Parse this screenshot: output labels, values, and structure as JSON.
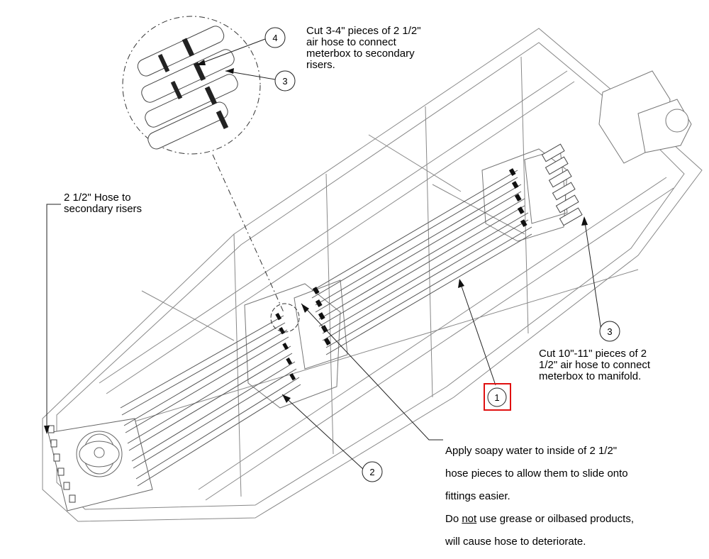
{
  "callouts": {
    "c1": "1",
    "c2": "2",
    "c3a": "3",
    "c3b": "3",
    "c4": "4"
  },
  "notes": {
    "cut_short": "Cut 3-4\" pieces of 2 1/2\"\nair hose to connect\nmeterbox to secondary\nrisers.",
    "hose_secondary": "2 1/2\" Hose to\nsecondary risers",
    "cut_long": "Cut 10\"-11\" pieces of 2\n1/2\" air hose to connect\nmeterbox to manifold.",
    "soapy_line1": "Apply soapy water to inside of 2 1/2\"",
    "soapy_line2": "hose pieces to allow them to slide onto",
    "soapy_line3": "fittings easier.",
    "warn_do": "Do ",
    "warn_not": "not",
    "warn_rest": " use grease or oilbased products,",
    "warn_line2": "will cause hose to deteriorate."
  },
  "colors": {
    "line": "#555555",
    "dark": "#222222",
    "highlight": "#e01010"
  },
  "icons": {
    "selected_callout": "red-selection-box"
  }
}
